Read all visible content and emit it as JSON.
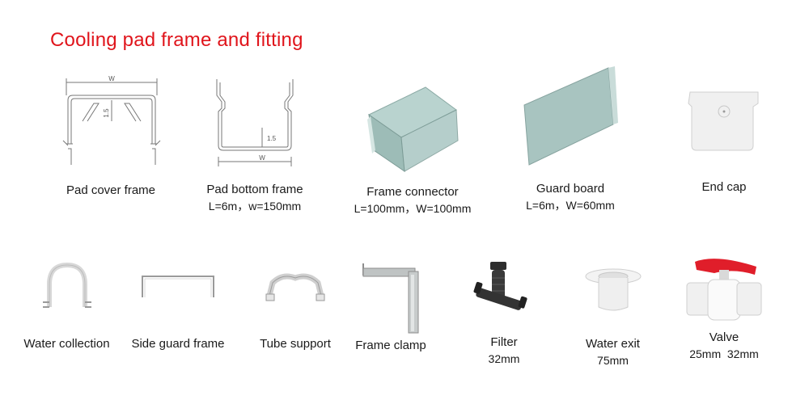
{
  "title": "Cooling pad frame and fitting",
  "dimension_marks": {
    "width": "W",
    "thickness": "1.5"
  },
  "row1": [
    {
      "name": "Pad cover frame",
      "spec": ""
    },
    {
      "name": "Pad bottom frame",
      "spec": "L=6m，w=150mm"
    },
    {
      "name": "Frame connector",
      "spec": "L=100mm，W=100mm"
    },
    {
      "name": "Guard board",
      "spec": "L=6m，W=60mm"
    },
    {
      "name": "End cap",
      "spec": ""
    }
  ],
  "row2": [
    {
      "name": "Water collection",
      "spec": ""
    },
    {
      "name": "Side guard frame",
      "spec": ""
    },
    {
      "name": "Tube support",
      "spec": ""
    },
    {
      "name": "Frame clamp",
      "spec": ""
    },
    {
      "name": "Filter",
      "spec": "32mm"
    },
    {
      "name": "Water exit",
      "spec": "75mm"
    },
    {
      "name": "Valve",
      "spec": "25mm  32mm"
    }
  ],
  "colors": {
    "title": "#e0141b",
    "metal_green": "#a9c6c2",
    "valve_red": "#e01e2a",
    "pvc_white": "#f2f2f2"
  }
}
